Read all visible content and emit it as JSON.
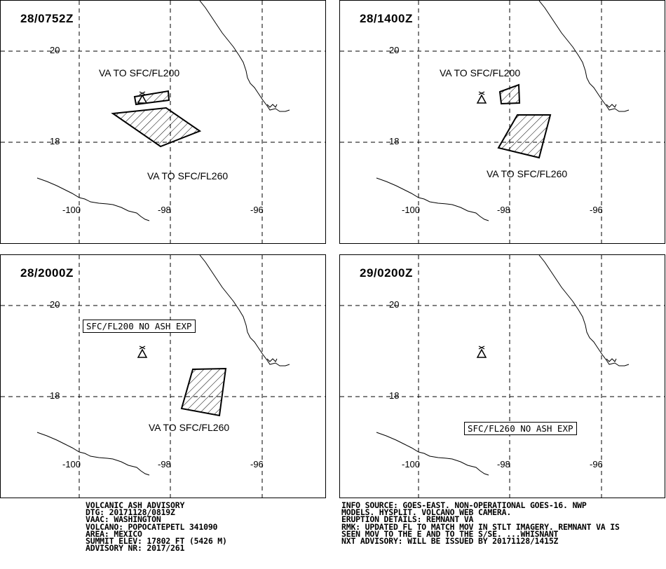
{
  "panels": [
    {
      "time": "28/0752Z",
      "lat_ticks": [
        "20",
        "18"
      ],
      "lon_ticks": [
        "-100",
        "-98",
        "-96"
      ],
      "labels": [
        "VA TO SFC/FL200",
        "VA TO SFC/FL260"
      ],
      "boxed_note": ""
    },
    {
      "time": "28/1400Z",
      "lat_ticks": [
        "20",
        "18"
      ],
      "lon_ticks": [
        "-100",
        "-98",
        "-96"
      ],
      "labels": [
        "VA TO SFC/FL200",
        "VA TO SFC/FL260"
      ],
      "boxed_note": ""
    },
    {
      "time": "28/2000Z",
      "lat_ticks": [
        "20",
        "18"
      ],
      "lon_ticks": [
        "-100",
        "-98",
        "-96"
      ],
      "labels": [
        "",
        "VA TO SFC/FL260"
      ],
      "boxed_note": "SFC/FL200 NO ASH EXP"
    },
    {
      "time": "29/0200Z",
      "lat_ticks": [
        "20",
        "18"
      ],
      "lon_ticks": [
        "-100",
        "-98",
        "-96"
      ],
      "labels": [
        "",
        ""
      ],
      "boxed_note": "SFC/FL260 NO ASH EXP"
    }
  ],
  "advisory_left": [
    "VOLCANIC ASH ADVISORY",
    "DTG: 20171128/0819Z",
    "VAAC: WASHINGTON",
    "VOLCANO: POPOCATEPETL 341090",
    "AREA: MEXICO",
    "SUMMIT ELEV: 17802 FT (5426 M)",
    "ADVISORY NR: 2017/261"
  ],
  "advisory_right": [
    "INFO SOURCE: GOES-EAST. NON-OPERATIONAL GOES-16. NWP",
    "MODELS. HYSPLIT. VOLCANO WEB CAMERA.",
    "ERUPTION DETAILS: REMNANT VA",
    "RMK: UPDATED FL TO MATCH MOV IN STLT IMAGERY. REMNANT VA IS",
    "SEEN MOV TO THE E AND TO THE S/SE. ...WHISNANT",
    "NXT ADVISORY: WILL BE ISSUED BY 20171128/1415Z"
  ],
  "colors": {
    "line": "#000000",
    "background": "#ffffff"
  },
  "icons": {
    "volcano": "volcano-icon"
  }
}
